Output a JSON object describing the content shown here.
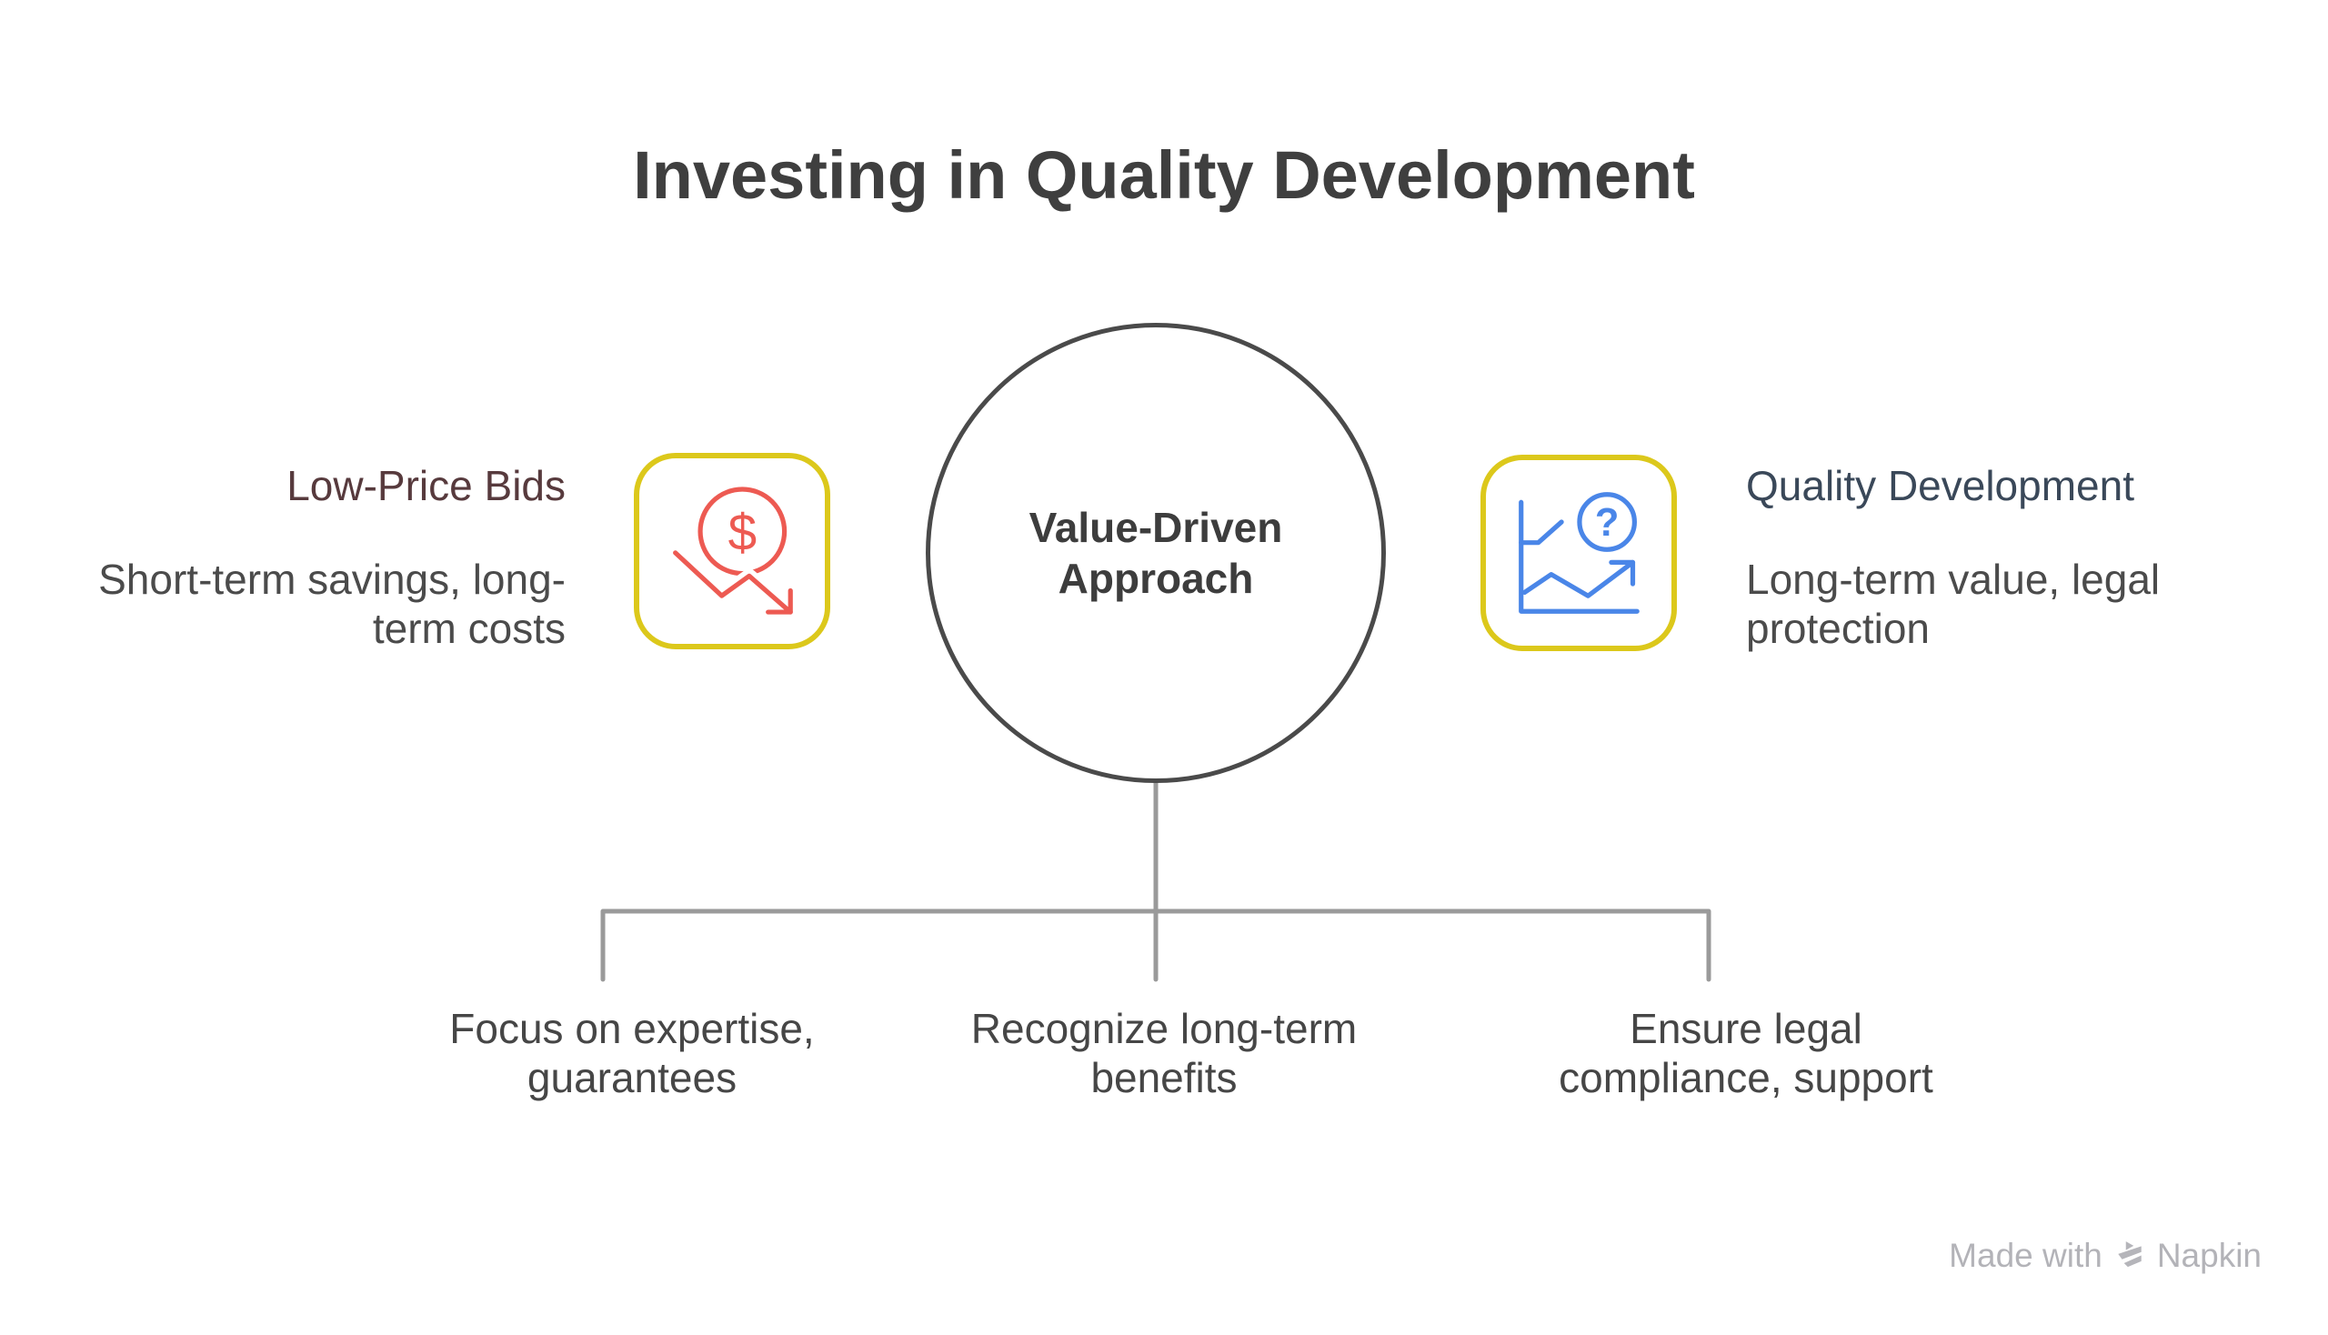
{
  "title": "Investing in Quality Development",
  "center_node": {
    "label": "Value-Driven Approach",
    "shape": "circle",
    "stroke_color": "#4a4a4a"
  },
  "left_item": {
    "heading": "Low-Price Bids",
    "heading_color": "#573a3d",
    "description": "Short-term savings, long-term costs",
    "icon": "dollar-decline-icon",
    "icon_accent_color": "#ed5a52",
    "icon_frame_color": "#dcc81b"
  },
  "right_item": {
    "heading": "Quality Development",
    "heading_color": "#3a4859",
    "description": "Long-term value, legal protection",
    "icon": "growth-chart-question-icon",
    "icon_accent_color": "#4a86e8",
    "icon_frame_color": "#dcc81b"
  },
  "bottom_items": [
    {
      "label": "Focus on expertise, guarantees"
    },
    {
      "label": "Recognize long-term benefits"
    },
    {
      "label": "Ensure legal compliance, support"
    }
  ],
  "connector_color": "#9a9a9a",
  "watermark": {
    "prefix": "Made with",
    "brand": "Napkin",
    "icon": "napkin-logo-icon",
    "color": "#b3b3b8"
  }
}
